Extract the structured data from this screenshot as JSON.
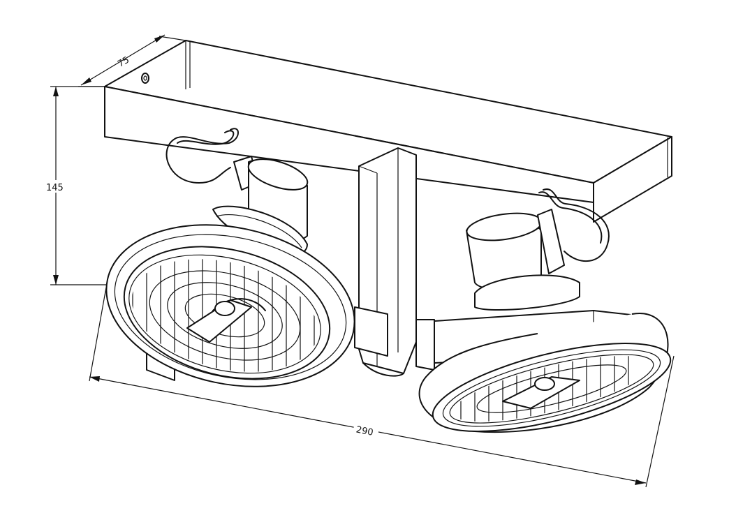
{
  "dimensions": {
    "depth": "75",
    "height": "145",
    "length": "290"
  }
}
